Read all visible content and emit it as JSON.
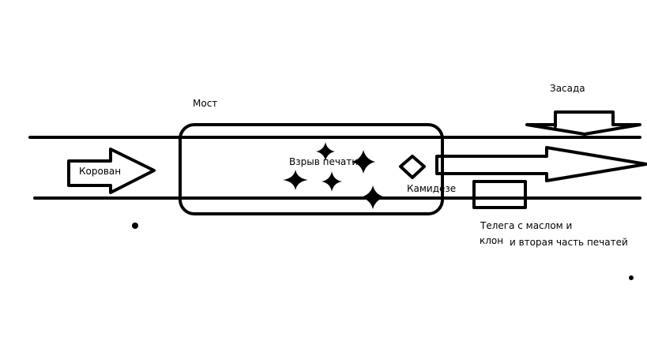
{
  "labels": {
    "korovan": "Корован",
    "bridge": "Мост",
    "explosion": "Взрыв печати",
    "kamikaze": "Камидезе",
    "ambush": "Засада",
    "cart_line1": "Телега с маслом и",
    "cart_line2a": "клон",
    "cart_line2b": "и вторая часть печатей"
  },
  "colors": {
    "ink": "#000000",
    "background": "#ffffff"
  }
}
